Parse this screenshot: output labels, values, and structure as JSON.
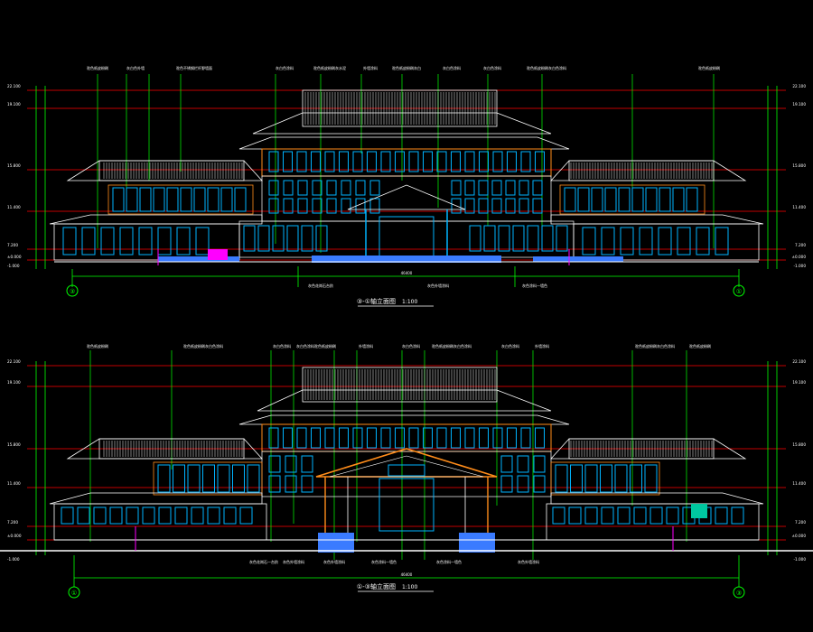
{
  "colors": {
    "background": "#000000",
    "level_line": "#ff0000",
    "dimension": "#00ff00",
    "roof": "#ffffff",
    "window": "#00b4ff",
    "facade_orange": "#ff8c1a",
    "glass": "#3a7bff",
    "wall_magenta": "#ff00ff",
    "text_white": "#ffffff",
    "axis": "#00ff00"
  },
  "top_elevation": {
    "caption": "③-①轴立面图",
    "scale": "1:100",
    "axis_left": "③",
    "axis_right": "①",
    "overall_dim": "46400",
    "levels_left": [
      "22.100",
      "19.100",
      "15.800",
      "11.400",
      "7.200",
      "±0.000",
      "-1.000"
    ],
    "levels_right": [
      "22.100",
      "19.100",
      "15.800",
      "11.400",
      "7.200",
      "±0.000",
      "-1.000"
    ],
    "annotations_top": [
      "驼色纸皮粉刷",
      "灰白色外墙",
      "驼色不锈钢栏杆野墙面",
      "灰白色涂料",
      "驼色纸皮粉刷灰水泥",
      "外墙涂料",
      "驼色纸皮粉刷灰白",
      "灰白色涂料",
      "灰白色涂料",
      "驼色纸皮粉刷灰白色涂料",
      "驼色纸皮粉刷"
    ],
    "annotations_bottom": [
      "灰色花岗石台阶",
      "灰色外墙涂料",
      "灰色涂料—墙色"
    ]
  },
  "bottom_elevation": {
    "caption": "①-③轴立面图",
    "scale": "1:100",
    "axis_left": "①",
    "axis_right": "③",
    "overall_dim": "46400",
    "levels_left": [
      "22.100",
      "19.100",
      "15.800",
      "11.400",
      "7.200",
      "±0.000",
      "-1.000"
    ],
    "levels_right": [
      "22.100",
      "19.100",
      "15.800",
      "11.400",
      "7.200",
      "±0.000",
      "-1.000"
    ],
    "annotations_top": [
      "驼色纸皮粉刷",
      "驼色纸皮粉刷灰白色涂料",
      "灰白色涂料",
      "灰白色涂料驼色纸皮粉刷",
      "外墙涂料",
      "灰白色涂料",
      "驼色纸皮粉刷灰白色涂料",
      "灰白色涂料",
      "外墙涂料",
      "驼色纸皮粉刷灰白色涂料",
      "驼色纸皮粉刷"
    ],
    "annotations_bottom": [
      "灰色花岗石—台阶",
      "灰色外墙涂料",
      "灰色外墙涂料",
      "灰色涂料—墙色",
      "灰色涂料—墙色",
      "灰色外墙涂料"
    ]
  }
}
